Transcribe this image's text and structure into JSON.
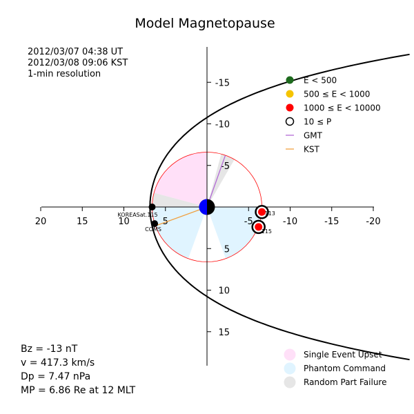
{
  "chart_data": {
    "type": "scatter",
    "title": "Model Magnetopause",
    "header_lines": [
      "2012/03/07 04:38 UT",
      "2012/03/08 09:06 KST",
      "1-min resolution"
    ],
    "xaxis": {
      "range": [
        20,
        -20
      ],
      "ticks": [
        20,
        15,
        10,
        5,
        -5,
        -10,
        -15,
        -20
      ],
      "tick_labels": [
        "20",
        "15",
        "10",
        "5",
        "-5",
        "-10",
        "-15",
        "-20"
      ]
    },
    "yaxis": {
      "range": [
        -19,
        19
      ],
      "ticks": [
        -15,
        -10,
        -5,
        5,
        10,
        15
      ],
      "tick_labels": [
        "-15",
        "-10",
        "-5",
        "5",
        "10",
        "15"
      ]
    },
    "grid": false,
    "magnetopause": {
      "standoff": 6.86,
      "flaring": 0.65
    },
    "geo_orbit_radius": 6.6,
    "legend": {
      "placement": "top-right",
      "items": [
        {
          "label": "E < 500",
          "color": "#1e6b1e",
          "kind": "dot"
        },
        {
          "label": "500 ≤ E < 1000",
          "color": "#f5c400",
          "kind": "dot"
        },
        {
          "label": "1000 ≤ E < 10000",
          "color": "#ff0000",
          "kind": "dot"
        },
        {
          "label": "10 ≤ P",
          "color": "#ffffff",
          "kind": "ring"
        },
        {
          "label": "GMT",
          "color": "#b36ad6",
          "kind": "line"
        },
        {
          "label": "KST",
          "color": "#f0a040",
          "kind": "line"
        }
      ]
    },
    "risk_legend": {
      "placement": "bottom-right",
      "items": [
        {
          "label": "Single Event Upset",
          "color": "#ffe0f8"
        },
        {
          "label": "Phantom Command",
          "color": "#e0f4ff"
        },
        {
          "label": "Random Part Failure",
          "color": "#e6e6e6"
        }
      ]
    },
    "risk_sectors": [
      {
        "start_deg": 0,
        "end_deg": 70,
        "color": "#e0f4ff"
      },
      {
        "start_deg": 110,
        "end_deg": 180,
        "color": "#e0f4ff"
      },
      {
        "start_deg": 180,
        "end_deg": 195,
        "color": "#e6e6e6"
      },
      {
        "start_deg": 195,
        "end_deg": 270,
        "color": "#ffe0f8"
      },
      {
        "start_deg": 285,
        "end_deg": 300,
        "color": "#e6e6e6"
      }
    ],
    "gmt_line": {
      "x": -2.2,
      "y": -6.2,
      "color": "#b36ad6"
    },
    "kst_line": {
      "x": 6.3,
      "y": 2.3,
      "color": "#f0a040"
    },
    "satellites": [
      {
        "label": "KOREASat.115",
        "x": 6.6,
        "y": 0.0,
        "color": "#000000",
        "ring": false,
        "label_dx": -50,
        "label_dy": 14
      },
      {
        "label": "COMS",
        "x": 6.3,
        "y": 2.0,
        "color": "#000000",
        "ring": false,
        "label_dx": -14,
        "label_dy": 11
      },
      {
        "label": "113",
        "x": -6.6,
        "y": 0.6,
        "color": "#ff0000",
        "ring": true,
        "label_dx": 4,
        "label_dy": 5
      },
      {
        "label": "115",
        "x": -6.2,
        "y": 2.4,
        "color": "#ff0000",
        "ring": true,
        "label_dx": 4,
        "label_dy": 9
      }
    ]
  },
  "info": [
    "Bz = -13 nT",
    "v = 417.3 km/s",
    "Dp = 7.47 nPa",
    "MP = 6.86 Re at 12 MLT"
  ]
}
